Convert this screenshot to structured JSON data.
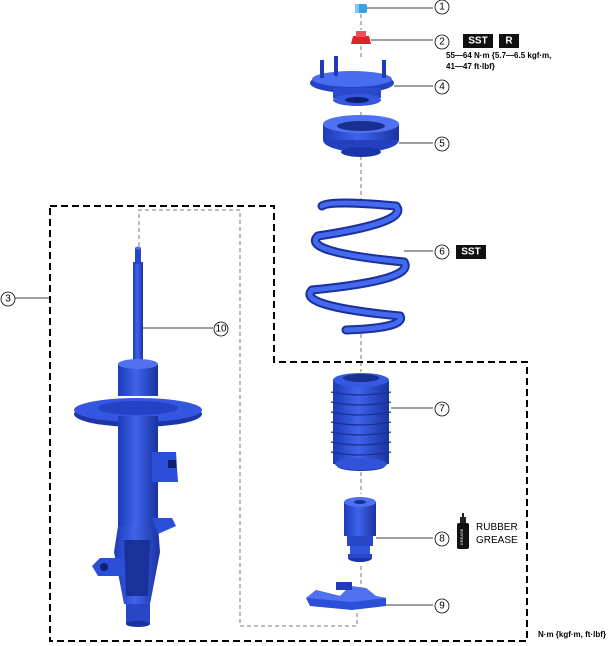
{
  "callouts": {
    "c1": "1",
    "c2": "2",
    "c3": "3",
    "c4": "4",
    "c5": "5",
    "c6": "6",
    "c7": "7",
    "c8": "8",
    "c9": "9",
    "c10": "10"
  },
  "badges": {
    "sst_top": "SST",
    "r": "R",
    "sst_spring": "SST"
  },
  "torque_spec": {
    "line1": "55—64 N·m {5.7—6.5 kgf·m,",
    "line2": "41—47 ft·lbf}"
  },
  "grease_label": {
    "line1": "RUBBER",
    "line2": "GREASE"
  },
  "grease_can_text": "GREASE",
  "units_note": "N·m {kgf·m, ft·lbf}",
  "colors": {
    "part_blue": "#2b4fd8",
    "part_dark": "#18308f",
    "part_light": "#5a78ee",
    "cap_cyan": "#3a9fe0",
    "nut_red": "#e0202a",
    "badge_bg": "#111111"
  }
}
